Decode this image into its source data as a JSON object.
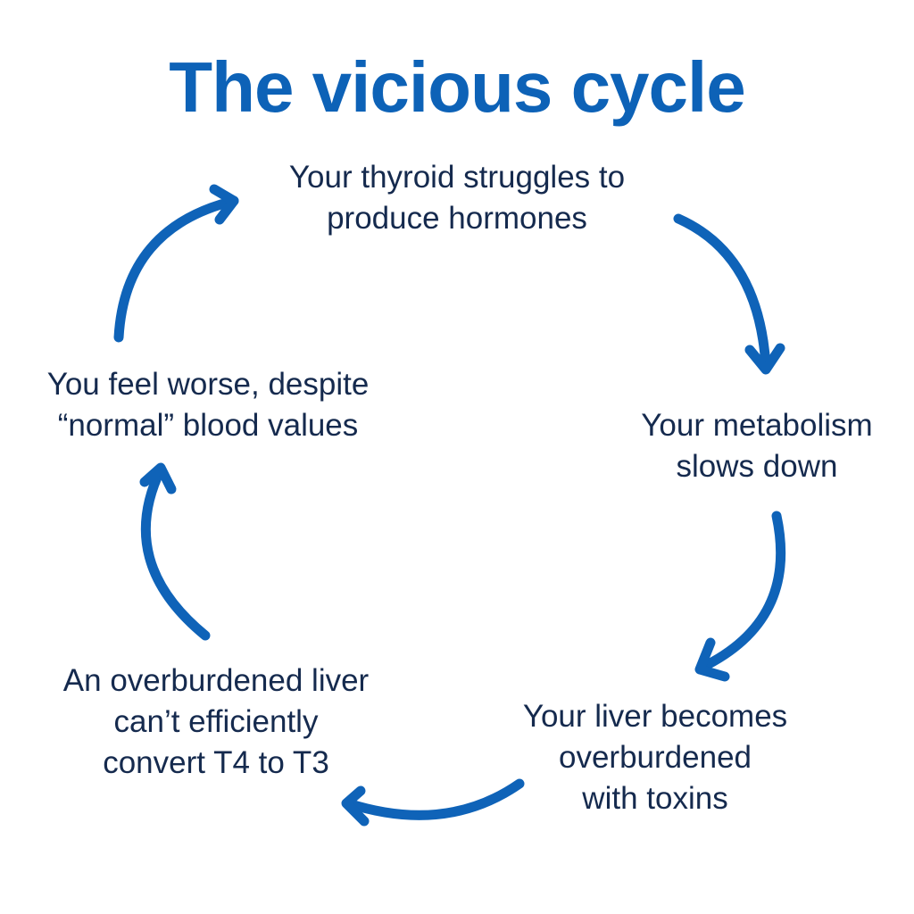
{
  "diagram": {
    "title": "The vicious cycle",
    "steps": [
      {
        "lines": [
          "Your thyroid struggles to",
          "produce hormones"
        ]
      },
      {
        "lines": [
          "Your metabolism",
          "slows down"
        ]
      },
      {
        "lines": [
          "Your liver becomes",
          "overburdened",
          "with toxins"
        ]
      },
      {
        "lines": [
          "An overburdened liver",
          "can’t efficiently",
          "convert T4 to T3"
        ]
      },
      {
        "lines": [
          "You feel worse, despite",
          "“normal” blood values"
        ]
      }
    ],
    "arrow_icon": "curved-arrow-icon"
  },
  "colors": {
    "title": "#0d62b7",
    "text": "#152a4e",
    "arrow": "#0f63b8",
    "background": "#ffffff"
  }
}
